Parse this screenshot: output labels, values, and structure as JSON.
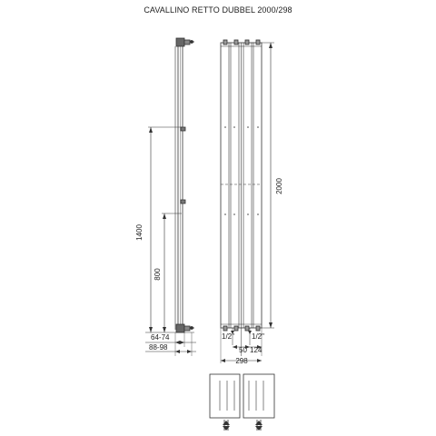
{
  "title": "CAVALLINO RETTO DUBBEL 2000/298",
  "dimensions": {
    "height_total": "2000",
    "height_1400": "1400",
    "height_800": "800",
    "wall_offset_1": "64-74",
    "wall_offset_2": "88-98",
    "width_total": "298",
    "pipe_center": "50",
    "pipe_side": "124",
    "connection_left": "1/2\"",
    "connection_right": "1/2\""
  },
  "colors": {
    "line": "#333333",
    "background": "#ffffff"
  }
}
